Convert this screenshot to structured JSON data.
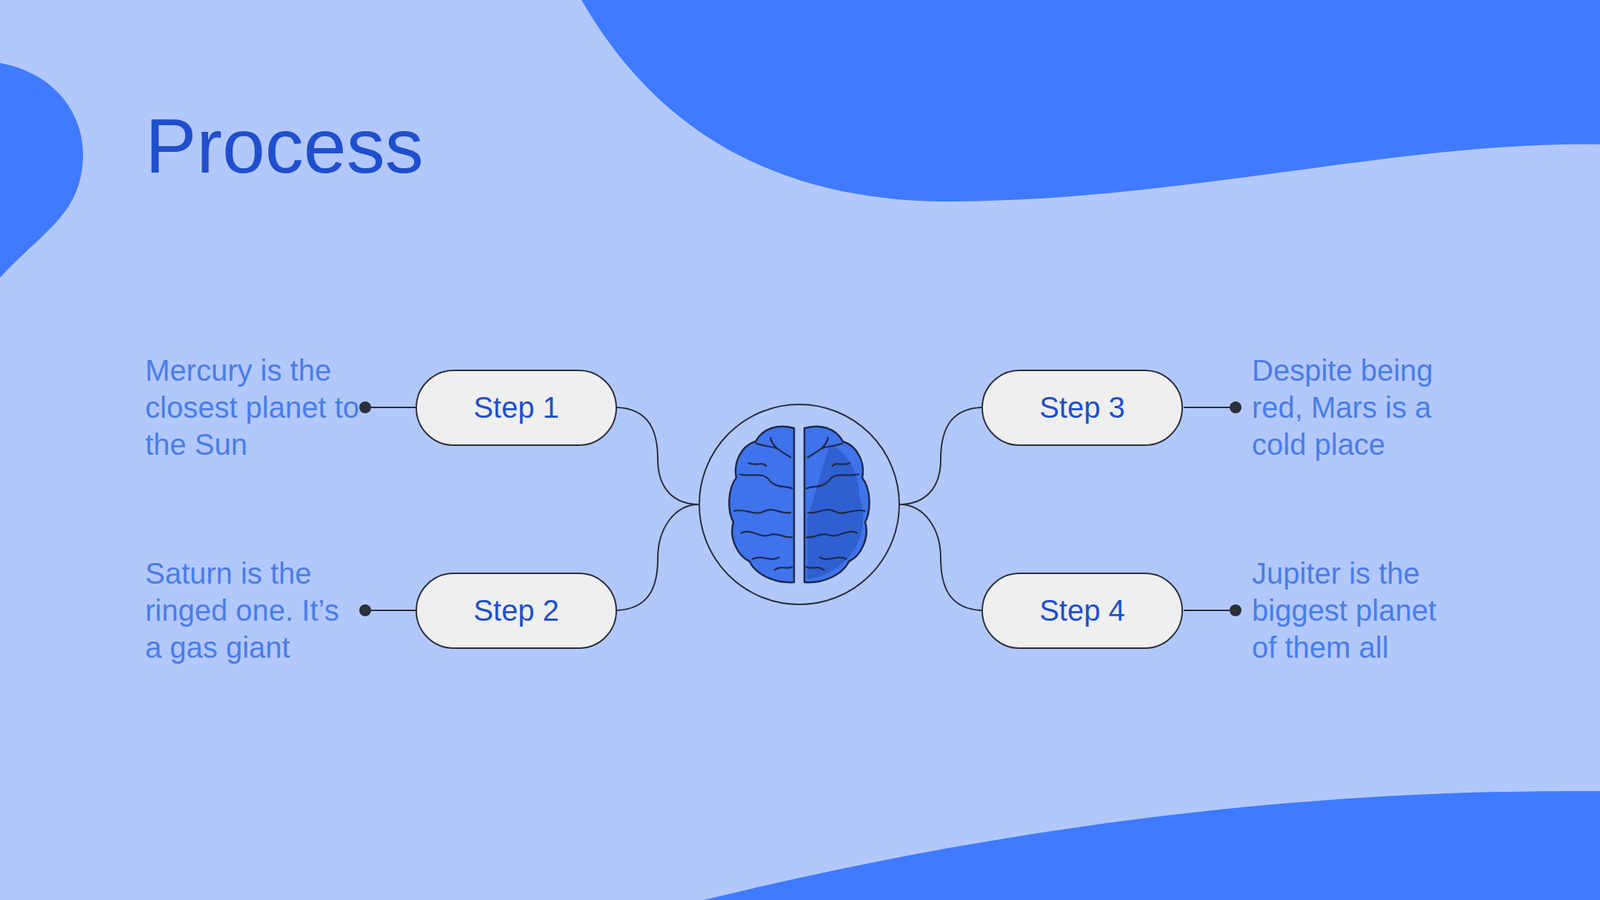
{
  "diagram": {
    "title": "Process",
    "nodes": [
      {
        "text": [
          "Step 1"
        ]
      },
      {
        "text": [
          "Step 2"
        ]
      },
      {
        "text": [
          "Step 3"
        ]
      },
      {
        "text": [
          "Step 4"
        ]
      }
    ],
    "labels": [
      "Mercury is the closest planet to the Sun",
      "Saturn is the ringed one. It’s a gas giant",
      "Despite being red, Mars is a cold place",
      "Jupiter is the biggest planet of them all"
    ]
  }
}
